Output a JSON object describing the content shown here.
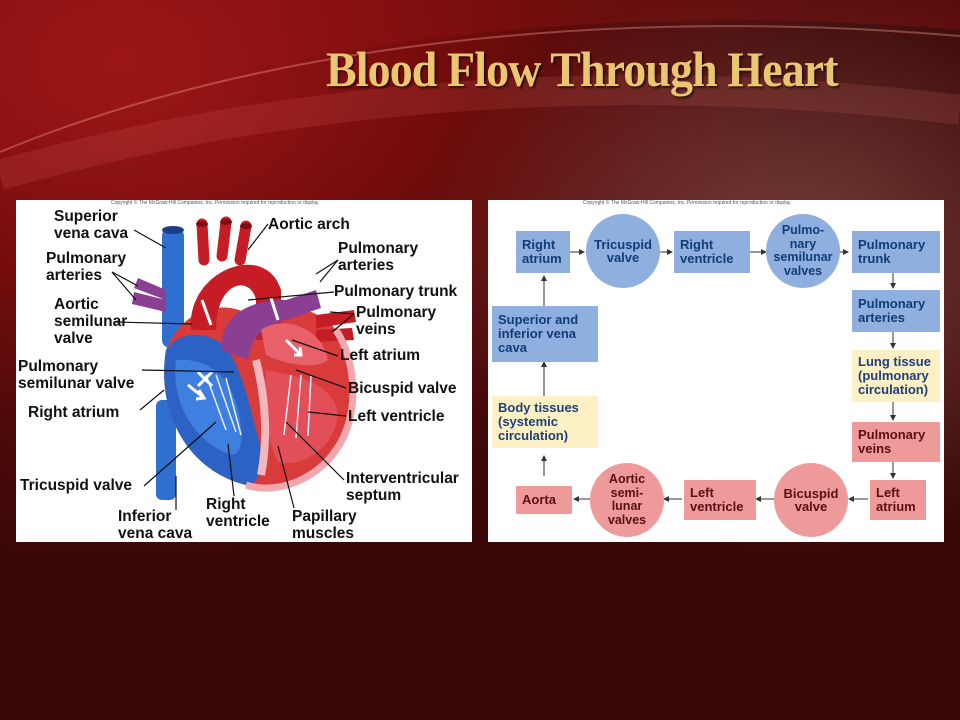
{
  "slide": {
    "title": "Blood Flow Through Heart"
  },
  "anatomy": {
    "copyright": "Copyright © The McGraw-Hill Companies, Inc. Permission required for reproduction or display.",
    "labels": {
      "superior_vena_cava": "Superior\nvena cava",
      "pulmonary_arteries_left": "Pulmonary\narteries",
      "aortic_semilunar_valve": "Aortic\nsemilunar\nvalve",
      "pulmonary_semilunar_valve": "Pulmonary\nsemilunar valve",
      "right_atrium": "Right atrium",
      "tricuspid_valve": "Tricuspid valve",
      "inferior_vena_cava": "Inferior\nvena cava",
      "right_ventricle": "Right\nventricle",
      "papillary_muscles": "Papillary\nmuscles",
      "aortic_arch": "Aortic arch",
      "pulmonary_arteries_right": "Pulmonary\narteries",
      "pulmonary_trunk": "Pulmonary trunk",
      "pulmonary_veins": "Pulmonary\nveins",
      "left_atrium": "Left atrium",
      "bicuspid_valve": "Bicuspid valve",
      "left_ventricle": "Left ventricle",
      "interventricular_septum": "Interventricular\nseptum"
    }
  },
  "flowchart": {
    "copyright": "Copyright © The McGraw-Hill Companies, Inc. Permission required for reproduction or display.",
    "colors": {
      "deoxygenated": "#8fb0de",
      "oxygenated": "#ee9a9a",
      "tissue": "#fdf0c4"
    },
    "nodes": {
      "right_atrium": "Right\natrium",
      "tricuspid_valve": "Tricuspid\nvalve",
      "right_ventricle": "Right\nventricle",
      "pulmonary_semilunar_valves": "Pulmo-\nnary\nsemilunar\nvalves",
      "pulmonary_trunk": "Pulmonary\ntrunk",
      "pulmonary_arteries": "Pulmonary\narteries",
      "lung_tissue": "Lung tissue\n(pulmonary\ncirculation)",
      "pulmonary_veins": "Pulmonary\nveins",
      "left_atrium": "Left\natrium",
      "bicuspid_valve": "Bicuspid\nvalve",
      "left_ventricle": "Left\nventricle",
      "aortic_semilunar_valves": "Aortic\nsemi-\nlunar\nvalves",
      "aorta": "Aorta",
      "body_tissues": "Body tissues\n(systemic\ncirculation)",
      "superior_inferior_vena_cava": "Superior and\ninferior vena\ncava"
    }
  }
}
